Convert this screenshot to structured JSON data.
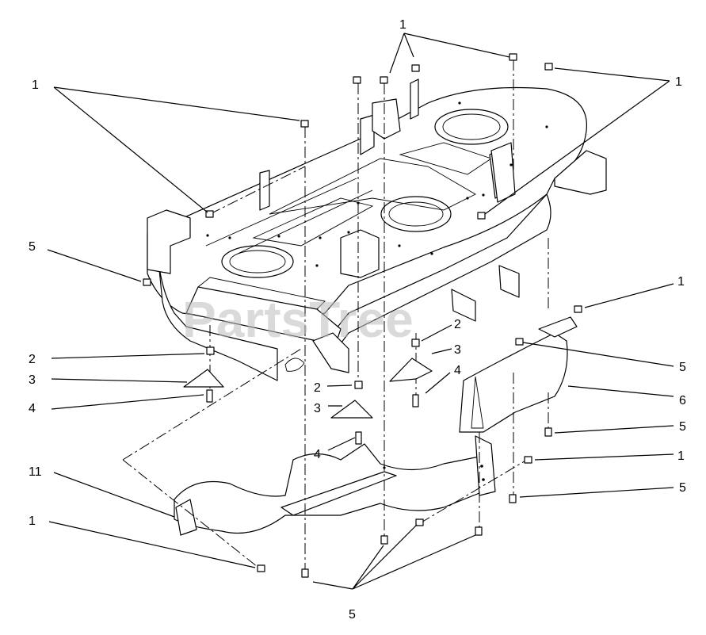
{
  "watermark": "PartsTree",
  "callouts": [
    {
      "id": "c1-top",
      "label": "1"
    },
    {
      "id": "c1-upper-left",
      "label": "1"
    },
    {
      "id": "c1-upper-right",
      "label": "1"
    },
    {
      "id": "c1-right-mid",
      "label": "1"
    },
    {
      "id": "c1-right-low",
      "label": "1"
    },
    {
      "id": "c1-lower-left",
      "label": "1"
    },
    {
      "id": "c2-left",
      "label": "2"
    },
    {
      "id": "c2-center",
      "label": "2"
    },
    {
      "id": "c2-right",
      "label": "2"
    },
    {
      "id": "c3-left",
      "label": "3"
    },
    {
      "id": "c3-center",
      "label": "3"
    },
    {
      "id": "c3-right",
      "label": "3"
    },
    {
      "id": "c4-left",
      "label": "4"
    },
    {
      "id": "c4-center",
      "label": "4"
    },
    {
      "id": "c4-right",
      "label": "4"
    },
    {
      "id": "c5-left",
      "label": "5"
    },
    {
      "id": "c5-right-a",
      "label": "5"
    },
    {
      "id": "c5-right-b",
      "label": "5"
    },
    {
      "id": "c5-right-c",
      "label": "5"
    },
    {
      "id": "c5-bottom",
      "label": "5"
    },
    {
      "id": "c6",
      "label": "6"
    },
    {
      "id": "c11",
      "label": "11"
    }
  ]
}
